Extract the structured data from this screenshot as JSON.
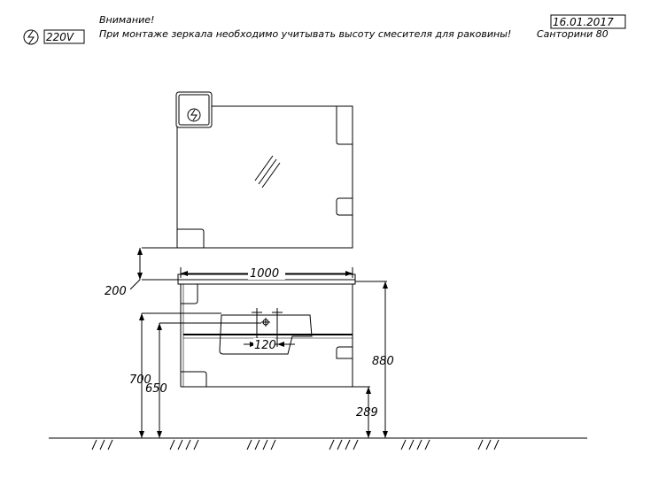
{
  "header": {
    "warning_title": "Внимание!",
    "warning_text": "При монтаже зеркала необходимо учитывать высоту смесителя для раковины!",
    "voltage_label": "220V",
    "date": "16.01.2017",
    "product_name": "Санторини 80"
  },
  "dimensions": {
    "width": "1000",
    "mirror_gap": "200",
    "mixer_spacing": "120",
    "top_height": "880",
    "height_700": "700",
    "height_650": "650",
    "cabinet_bottom": "289"
  },
  "icons": {
    "power": "power-outlet-icon",
    "mirror_glare": "mirror-glare-icon",
    "ground": "ground-hatch-icon"
  }
}
